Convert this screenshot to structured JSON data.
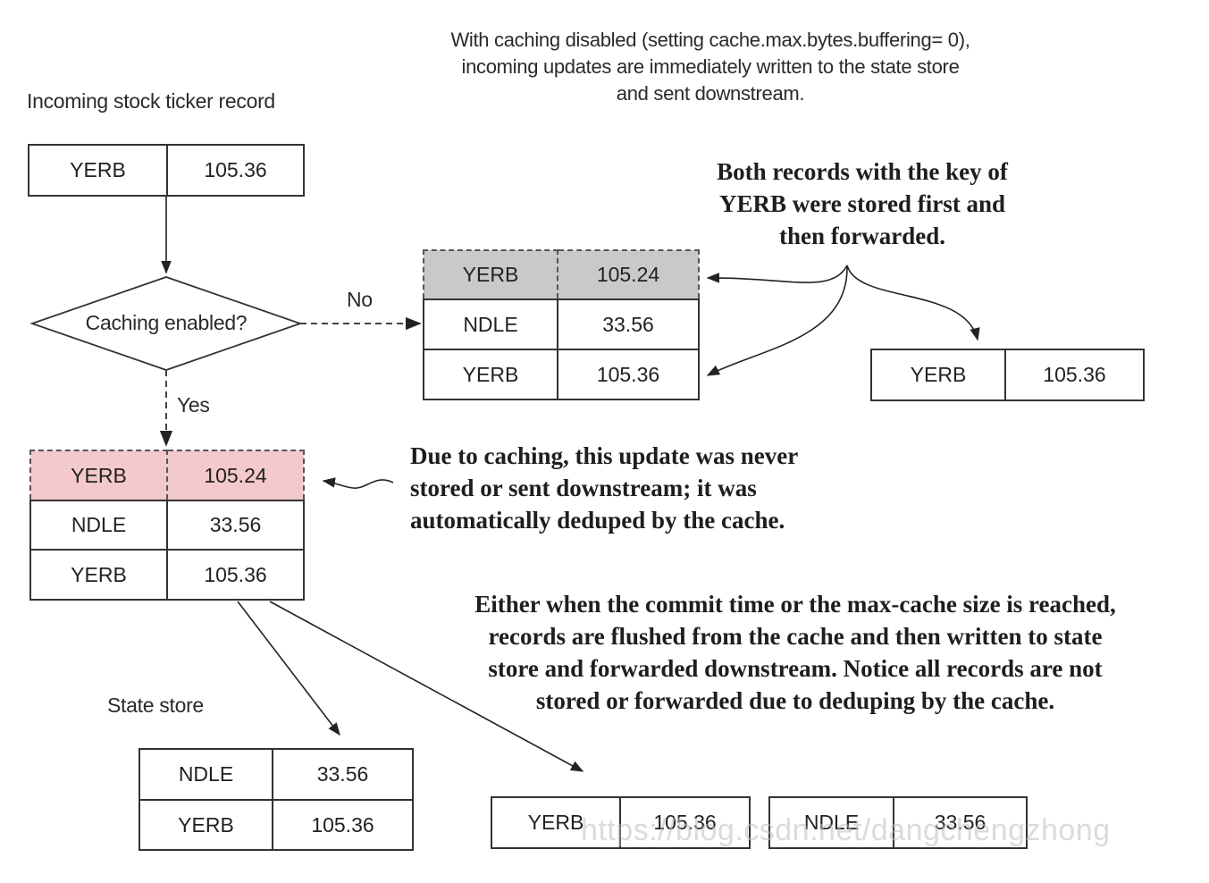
{
  "top_note": {
    "line1": "With caching disabled (setting cache.max.bytes.buffering= 0),",
    "line2": "incoming updates are immediately written to the state store",
    "line3": "and sent downstream."
  },
  "incoming": {
    "label": "Incoming stock ticker record",
    "record": {
      "key": "YERB",
      "value": "105.36"
    }
  },
  "decision": {
    "question": "Caching enabled?",
    "no_label": "No",
    "yes_label": "Yes"
  },
  "uncached_store": {
    "rows": [
      {
        "key": "YERB",
        "value": "105.24"
      },
      {
        "key": "NDLE",
        "value": "33.56"
      },
      {
        "key": "YERB",
        "value": "105.36"
      }
    ]
  },
  "uncached_forwarded": {
    "key": "YERB",
    "value": "105.36"
  },
  "note_both_records": {
    "line1": "Both records with the key of",
    "line2": "YERB were stored first and",
    "line3": "then forwarded."
  },
  "cache": {
    "rows": [
      {
        "key": "YERB",
        "value": "105.24"
      },
      {
        "key": "NDLE",
        "value": "33.56"
      },
      {
        "key": "YERB",
        "value": "105.36"
      }
    ]
  },
  "note_deduped": {
    "line1": "Due to caching, this update was never",
    "line2": "stored or sent downstream; it was",
    "line3": "automatically deduped by the cache."
  },
  "note_flush": {
    "line1": "Either when the commit time or the max-cache size is reached,",
    "line2": "records are flushed from the cache and then written to state",
    "line3": "store and forwarded downstream. Notice all records are not",
    "line4": "stored or forwarded due to deduping by the cache."
  },
  "state_store": {
    "label": "State store",
    "rows": [
      {
        "key": "NDLE",
        "value": "33.56"
      },
      {
        "key": "YERB",
        "value": "105.36"
      }
    ]
  },
  "forwarded": [
    {
      "key": "YERB",
      "value": "105.36"
    },
    {
      "key": "NDLE",
      "value": "33.56"
    }
  ],
  "watermark": "https://blog.csdn.net/dangchengzhong"
}
